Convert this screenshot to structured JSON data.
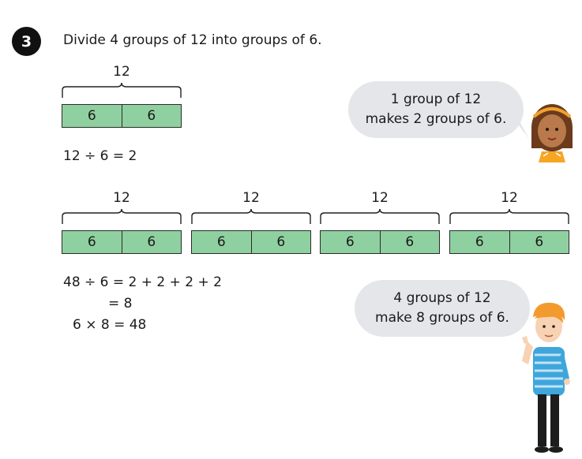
{
  "question": {
    "number": "3",
    "text": "Divide 4 groups of 12 into groups of 6."
  },
  "top_model": {
    "label": "12",
    "cells": [
      "6",
      "6"
    ],
    "equation": "12 ÷ 6 = 2"
  },
  "bottom_model": {
    "groups": [
      {
        "label": "12",
        "cells": [
          "6",
          "6"
        ]
      },
      {
        "label": "12",
        "cells": [
          "6",
          "6"
        ]
      },
      {
        "label": "12",
        "cells": [
          "6",
          "6"
        ]
      },
      {
        "label": "12",
        "cells": [
          "6",
          "6"
        ]
      }
    ],
    "working": [
      "48 ÷ 6 = 2 + 2 + 2 + 2",
      "= 8",
      "6 × 8 = 48"
    ]
  },
  "bubbles": {
    "girl": [
      "1 group of 12",
      "makes 2 groups of 6."
    ],
    "boy": [
      "4 groups of 12",
      "make 8 groups of 6."
    ]
  },
  "colors": {
    "bar_fill": "#8fd0a0",
    "bubble_fill": "#e4e6e9",
    "question_badge": "#111111"
  }
}
